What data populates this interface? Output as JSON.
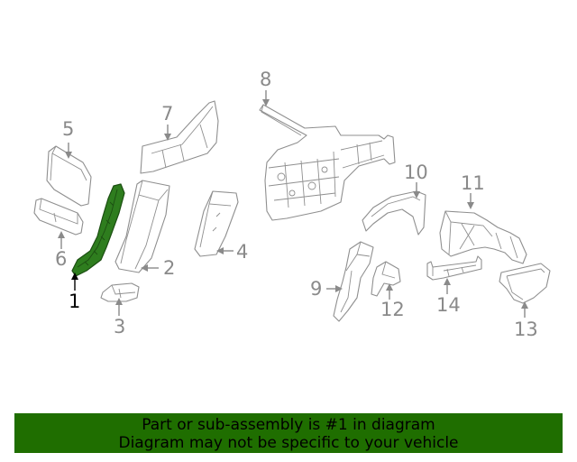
{
  "callouts": [
    {
      "id": "1",
      "label": "1",
      "selected": true
    },
    {
      "id": "2",
      "label": "2",
      "selected": false
    },
    {
      "id": "3",
      "label": "3",
      "selected": false
    },
    {
      "id": "4",
      "label": "4",
      "selected": false
    },
    {
      "id": "5",
      "label": "5",
      "selected": false
    },
    {
      "id": "6",
      "label": "6",
      "selected": false
    },
    {
      "id": "7",
      "label": "7",
      "selected": false
    },
    {
      "id": "8",
      "label": "8",
      "selected": false
    },
    {
      "id": "9",
      "label": "9",
      "selected": false
    },
    {
      "id": "10",
      "label": "10",
      "selected": false
    },
    {
      "id": "11",
      "label": "11",
      "selected": false
    },
    {
      "id": "12",
      "label": "12",
      "selected": false
    },
    {
      "id": "13",
      "label": "13",
      "selected": false
    },
    {
      "id": "14",
      "label": "14",
      "selected": false
    }
  ],
  "banner": {
    "line1": "Part or sub-assembly is #1 in diagram",
    "line2": "Diagram may not be specific to your vehicle"
  },
  "colors": {
    "highlight_part": "#2e7d1e",
    "banner_background": "#1f6e00",
    "callout_text": "#8a8a8a",
    "selected_callout_text": "#000000"
  }
}
